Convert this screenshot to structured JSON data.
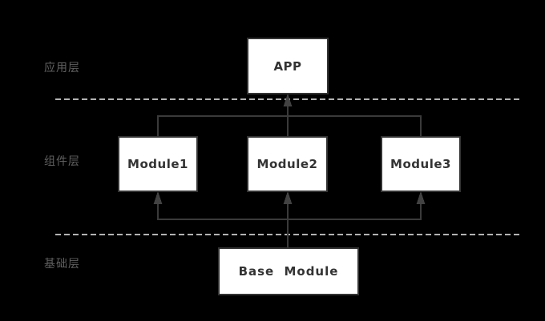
{
  "diagram": {
    "type": "layered-architecture",
    "layers": [
      {
        "label": "应用层"
      },
      {
        "label": "组件层"
      },
      {
        "label": "基础层"
      }
    ],
    "nodes": [
      {
        "id": "app",
        "label": "APP",
        "layer": "应用层"
      },
      {
        "id": "module1",
        "label": "Module1",
        "layer": "组件层"
      },
      {
        "id": "module2",
        "label": "Module2",
        "layer": "组件层"
      },
      {
        "id": "module3",
        "label": "Module3",
        "layer": "组件层"
      },
      {
        "id": "base-module",
        "label": "Base Module",
        "layer": "基础层"
      }
    ],
    "edges": [
      {
        "from": "module1",
        "to": "app",
        "arrow": "up"
      },
      {
        "from": "module2",
        "to": "app",
        "arrow": "up"
      },
      {
        "from": "module3",
        "to": "app",
        "arrow": "up"
      },
      {
        "from": "base-module",
        "to": "module1",
        "arrow": "up"
      },
      {
        "from": "base-module",
        "to": "module2",
        "arrow": "up"
      },
      {
        "from": "base-module",
        "to": "module3",
        "arrow": "up"
      }
    ],
    "colors": {
      "background": "#000000",
      "box_fill": "#ffffff",
      "box_border": "#333333",
      "box_text": "#333333",
      "connector": "#3a3a3a",
      "arrowhead": "#424242",
      "dashed_divider": "#b3b3b3",
      "layer_label": "#606060"
    }
  }
}
